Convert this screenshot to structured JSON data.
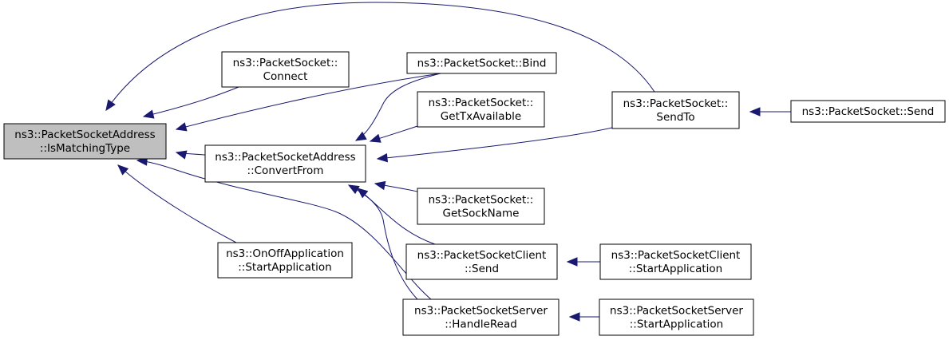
{
  "colors": {
    "edge": "#191970",
    "node_fill": "#ffffff",
    "root_fill": "#bfbfbf",
    "border": "#000000"
  },
  "nodes": [
    {
      "id": "n0",
      "lines": [
        "ns3::PacketSocketAddress",
        "::IsMatchingType"
      ],
      "root": true
    },
    {
      "id": "n1",
      "lines": [
        "ns3::PacketSocket::",
        "Connect"
      ]
    },
    {
      "id": "n2",
      "lines": [
        "ns3::PacketSocketAddress",
        "::ConvertFrom"
      ]
    },
    {
      "id": "n3",
      "lines": [
        "ns3::OnOffApplication",
        "::StartApplication"
      ]
    },
    {
      "id": "n4",
      "lines": [
        "ns3::PacketSocket::Bind"
      ]
    },
    {
      "id": "n5",
      "lines": [
        "ns3::PacketSocket::",
        "GetTxAvailable"
      ]
    },
    {
      "id": "n6",
      "lines": [
        "ns3::PacketSocket::",
        "GetSockName"
      ]
    },
    {
      "id": "n7",
      "lines": [
        "ns3::PacketSocketClient",
        "::Send"
      ]
    },
    {
      "id": "n8",
      "lines": [
        "ns3::PacketSocketServer",
        "::HandleRead"
      ]
    },
    {
      "id": "n9",
      "lines": [
        "ns3::PacketSocket::",
        "SendTo"
      ]
    },
    {
      "id": "n10",
      "lines": [
        "ns3::PacketSocket::Send"
      ]
    },
    {
      "id": "n11",
      "lines": [
        "ns3::PacketSocketClient",
        "::StartApplication"
      ]
    },
    {
      "id": "n12",
      "lines": [
        "ns3::PacketSocketServer",
        "::StartApplication"
      ]
    }
  ],
  "edges": [
    {
      "from": "n1",
      "to": "n0"
    },
    {
      "from": "n4",
      "to": "n0"
    },
    {
      "from": "n2",
      "to": "n0"
    },
    {
      "from": "n3",
      "to": "n0"
    },
    {
      "from": "n9",
      "to": "n0"
    },
    {
      "from": "n8",
      "to": "n0"
    },
    {
      "from": "n4",
      "to": "n2"
    },
    {
      "from": "n5",
      "to": "n2"
    },
    {
      "from": "n9",
      "to": "n2"
    },
    {
      "from": "n6",
      "to": "n2"
    },
    {
      "from": "n7",
      "to": "n2"
    },
    {
      "from": "n8",
      "to": "n2"
    },
    {
      "from": "n9",
      "to": "n5"
    },
    {
      "from": "n10",
      "to": "n9"
    },
    {
      "from": "n11",
      "to": "n7"
    },
    {
      "from": "n12",
      "to": "n8"
    }
  ]
}
